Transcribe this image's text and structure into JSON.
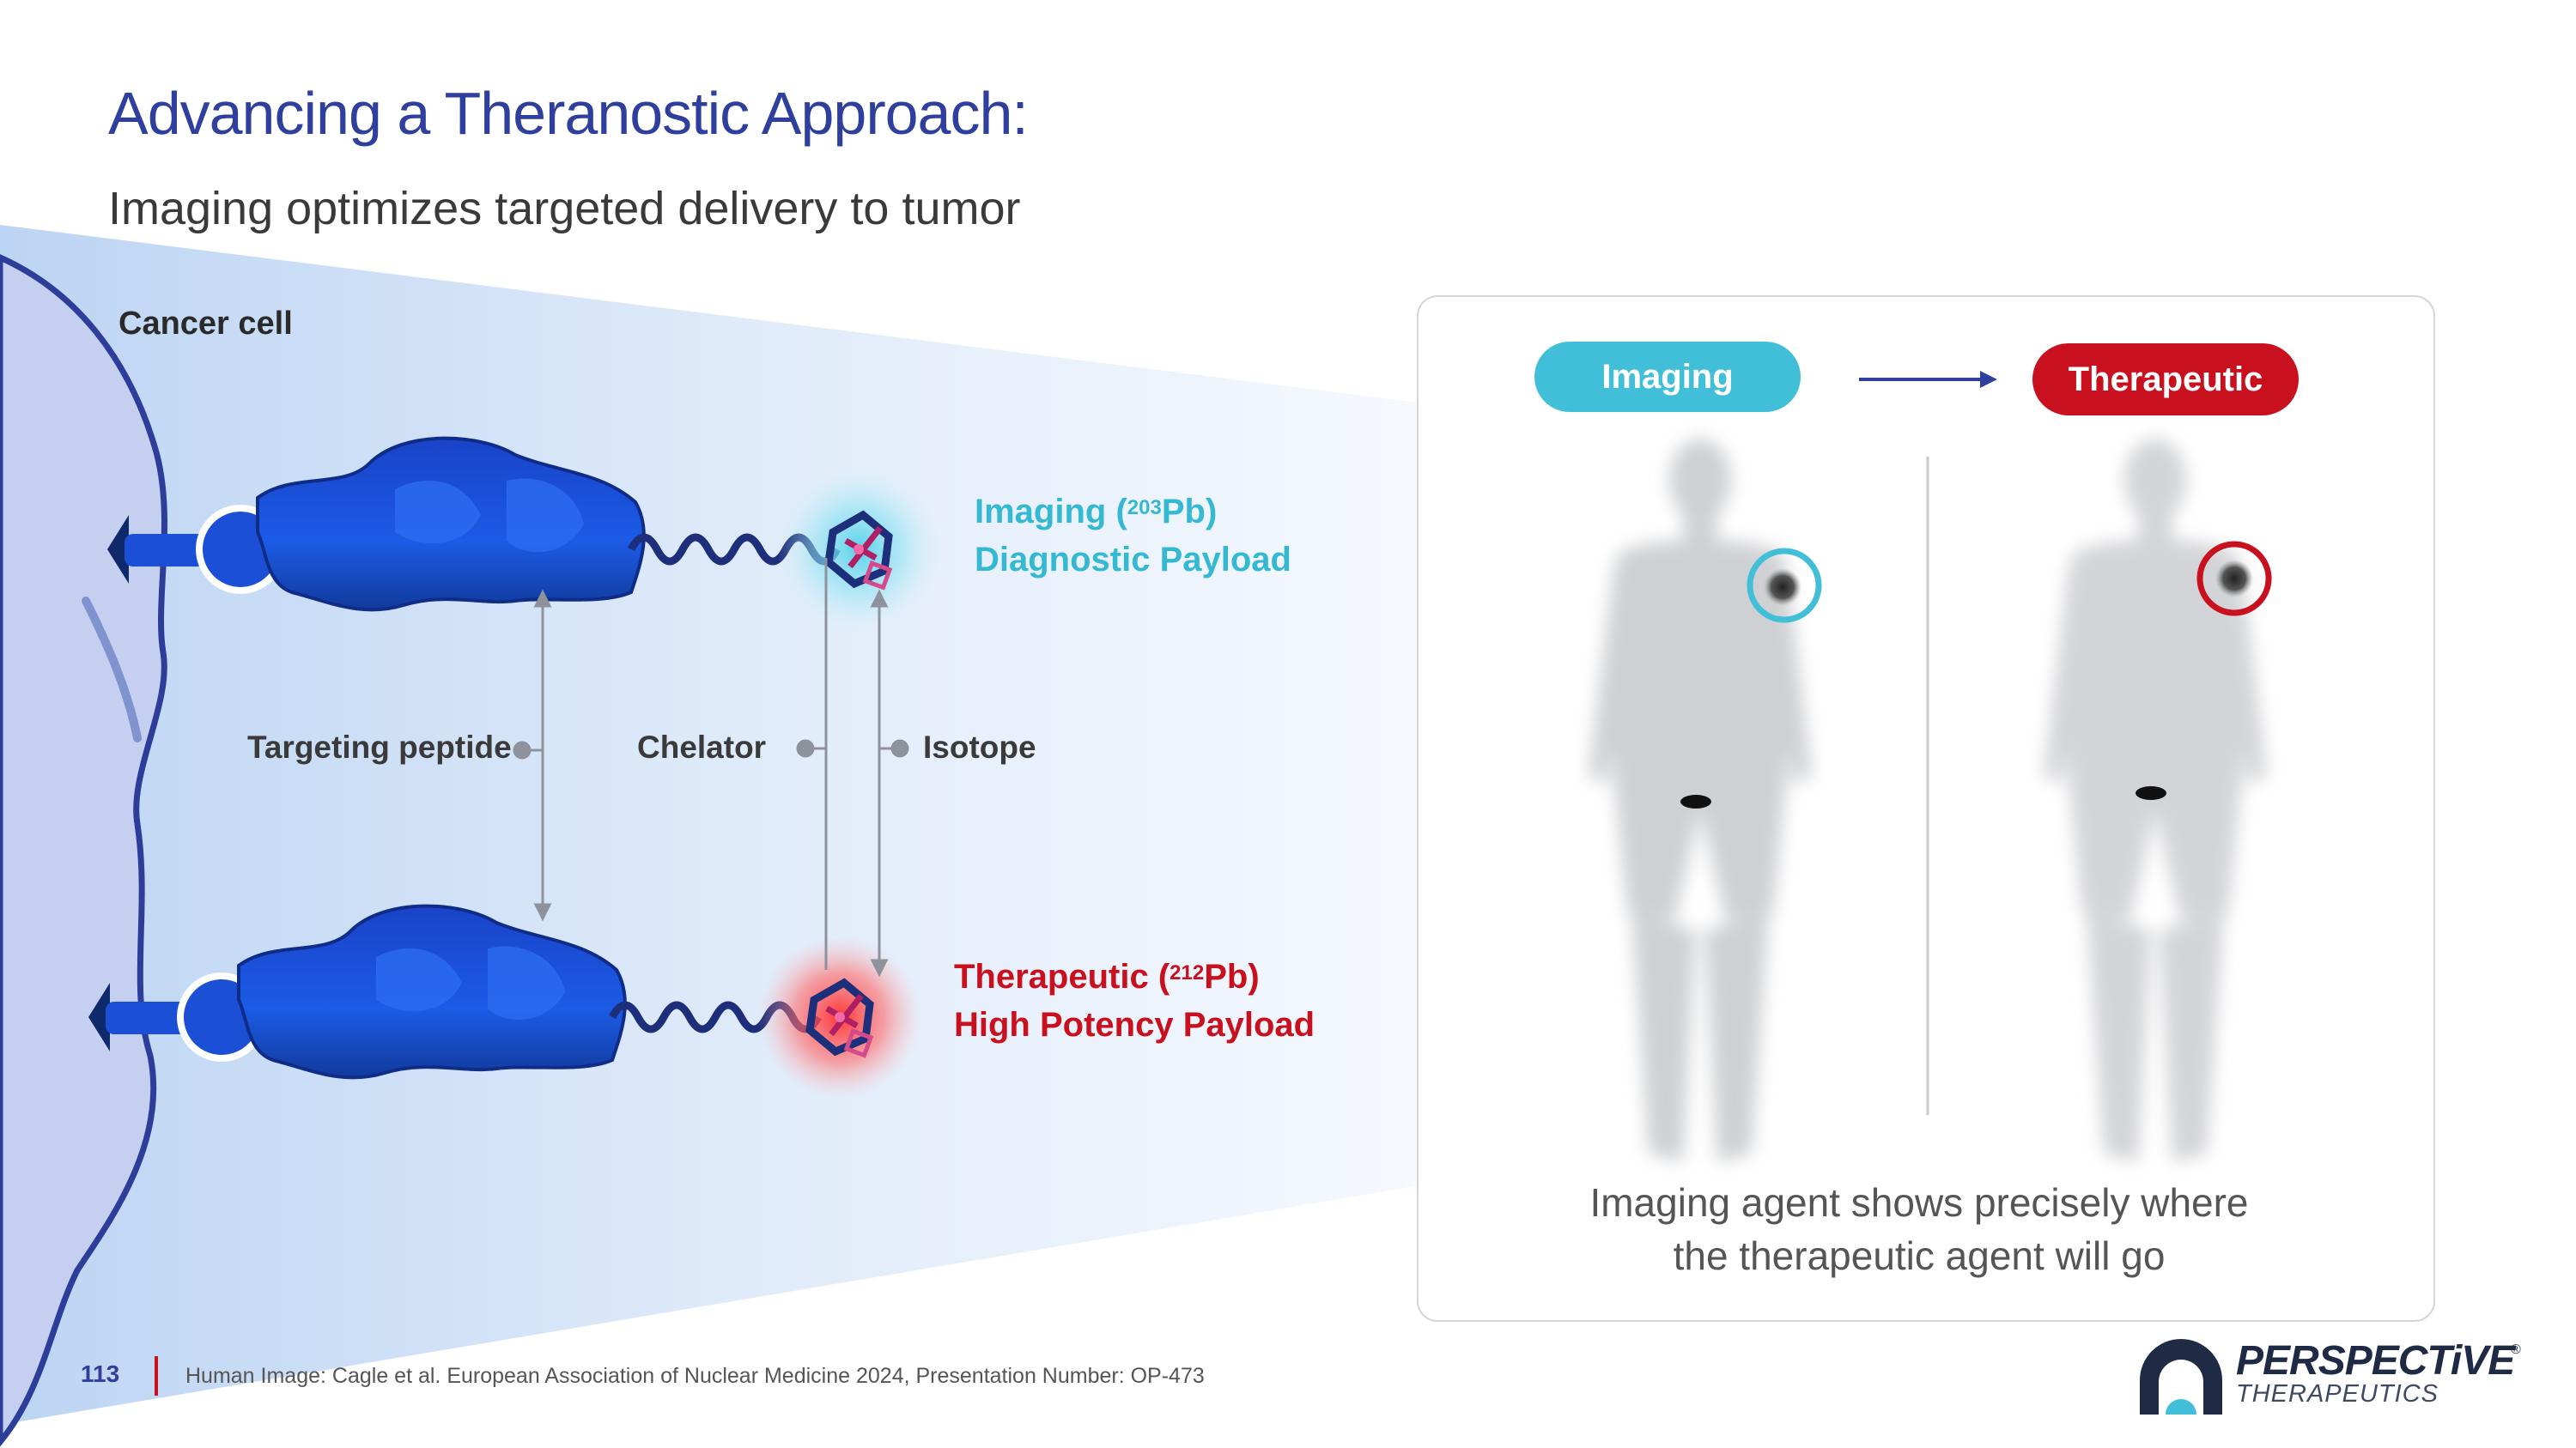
{
  "title": "Advancing a Theranostic Approach:",
  "subtitle": "Imaging optimizes targeted delivery to tumor",
  "diagram": {
    "cancer_cell_label": "Cancer cell",
    "labels": {
      "targeting_peptide": "Targeting peptide",
      "chelator": "Chelator",
      "isotope": "Isotope"
    },
    "imaging_payload": {
      "line1_prefix": "Imaging (",
      "isotope_mass": "203",
      "line1_suffix": "Pb)",
      "line2": "Diagnostic Payload"
    },
    "therapeutic_payload": {
      "line1_prefix": "Therapeutic (",
      "isotope_mass": "212",
      "line1_suffix": "Pb)",
      "line2": "High Potency Payload"
    }
  },
  "panel": {
    "imaging_pill": "Imaging",
    "therapeutic_pill": "Therapeutic",
    "caption_line1": "Imaging agent shows precisely where",
    "caption_line2": "the therapeutic agent will go"
  },
  "footer": {
    "page_number": "113",
    "footnote": "Human Image: Cagle et al. European Association of Nuclear Medicine 2024, Presentation Number: OP-473"
  },
  "brand": {
    "name": "PERSPECTiVE",
    "registered": "®",
    "sub": "THERAPEUTICS"
  },
  "colors": {
    "title": "#2e3f9e",
    "imaging_accent": "#42bfd8",
    "therapeutic_accent": "#c8101e",
    "molecule_blue": "#1a4fd6",
    "brand_navy": "#1f2a44"
  },
  "icons": [
    "cancer-cell-membrane",
    "receptor-anchor-icon",
    "peptide-blob-icon",
    "chelator-cage-icon",
    "arrow-right-icon",
    "body-scan-image",
    "perspective-logo-icon"
  ]
}
